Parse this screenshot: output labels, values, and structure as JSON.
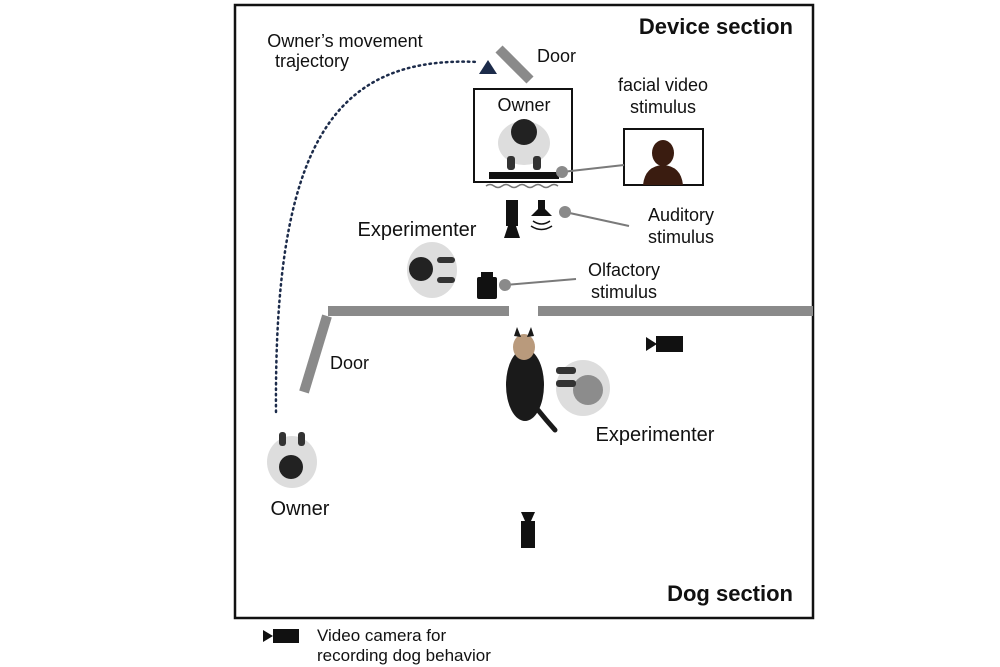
{
  "sections": {
    "device": "Device section",
    "dog": "Dog section"
  },
  "labels": {
    "trajectory_line1": "Owner’s movement",
    "trajectory_line2": "trajectory",
    "door_top": "Door",
    "door_left": "Door",
    "owner_top": "Owner",
    "owner_bottom": "Owner",
    "facial_line1": "facial video",
    "facial_line2": "stimulus",
    "auditory_line1": "Auditory",
    "auditory_line2": "stimulus",
    "olfactory_line1": "Olfactory",
    "olfactory_line2": "stimulus",
    "experimenter_top": "Experimenter",
    "experimenter_bottom": "Experimenter"
  },
  "legend": {
    "line1": "Video camera for",
    "line2": "recording dog behavior",
    "icon": "video-camera-icon"
  },
  "colors": {
    "frame": "#111111",
    "wall": "#8a8a8a",
    "trajectory": "#1c2b4a",
    "connector": "#7a7a7a",
    "dark": "#111111",
    "person_body": "#d9d9d9",
    "dog": "#1a1a1a"
  }
}
